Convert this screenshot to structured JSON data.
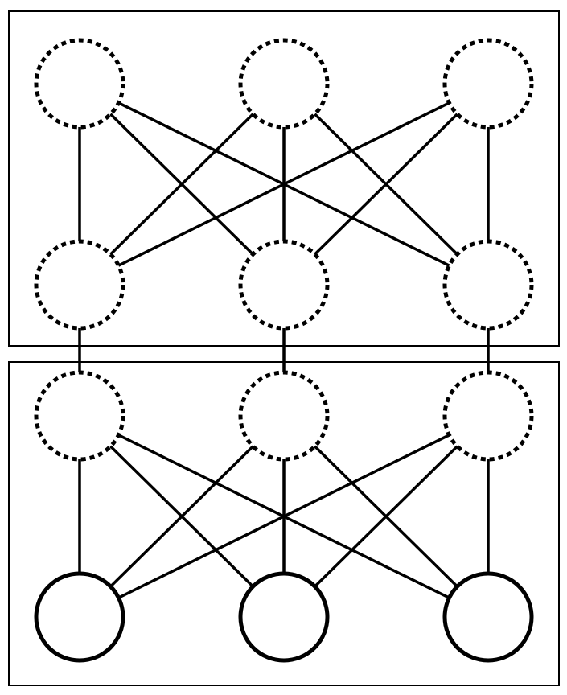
{
  "colors": {
    "stroke": "#000000",
    "background": "#ffffff",
    "node_fill": "#ffffff"
  },
  "panels": [
    {
      "id": "upper-block",
      "contains_layers": [
        "layer-1",
        "layer-2"
      ]
    },
    {
      "id": "lower-block",
      "contains_layers": [
        "layer-3",
        "layer-4"
      ]
    }
  ],
  "layers": [
    {
      "id": "layer-1",
      "style": "dotted",
      "node_count": 3
    },
    {
      "id": "layer-2",
      "style": "dotted",
      "node_count": 3
    },
    {
      "id": "layer-3",
      "style": "dotted",
      "node_count": 3
    },
    {
      "id": "layer-4",
      "style": "solid",
      "node_count": 3
    }
  ],
  "connections": [
    {
      "from": "layer-1",
      "to": "layer-2",
      "pattern": "fully-connected"
    },
    {
      "from": "layer-2",
      "to": "layer-3",
      "pattern": "one-to-one"
    },
    {
      "from": "layer-3",
      "to": "layer-4",
      "pattern": "fully-connected"
    }
  ]
}
